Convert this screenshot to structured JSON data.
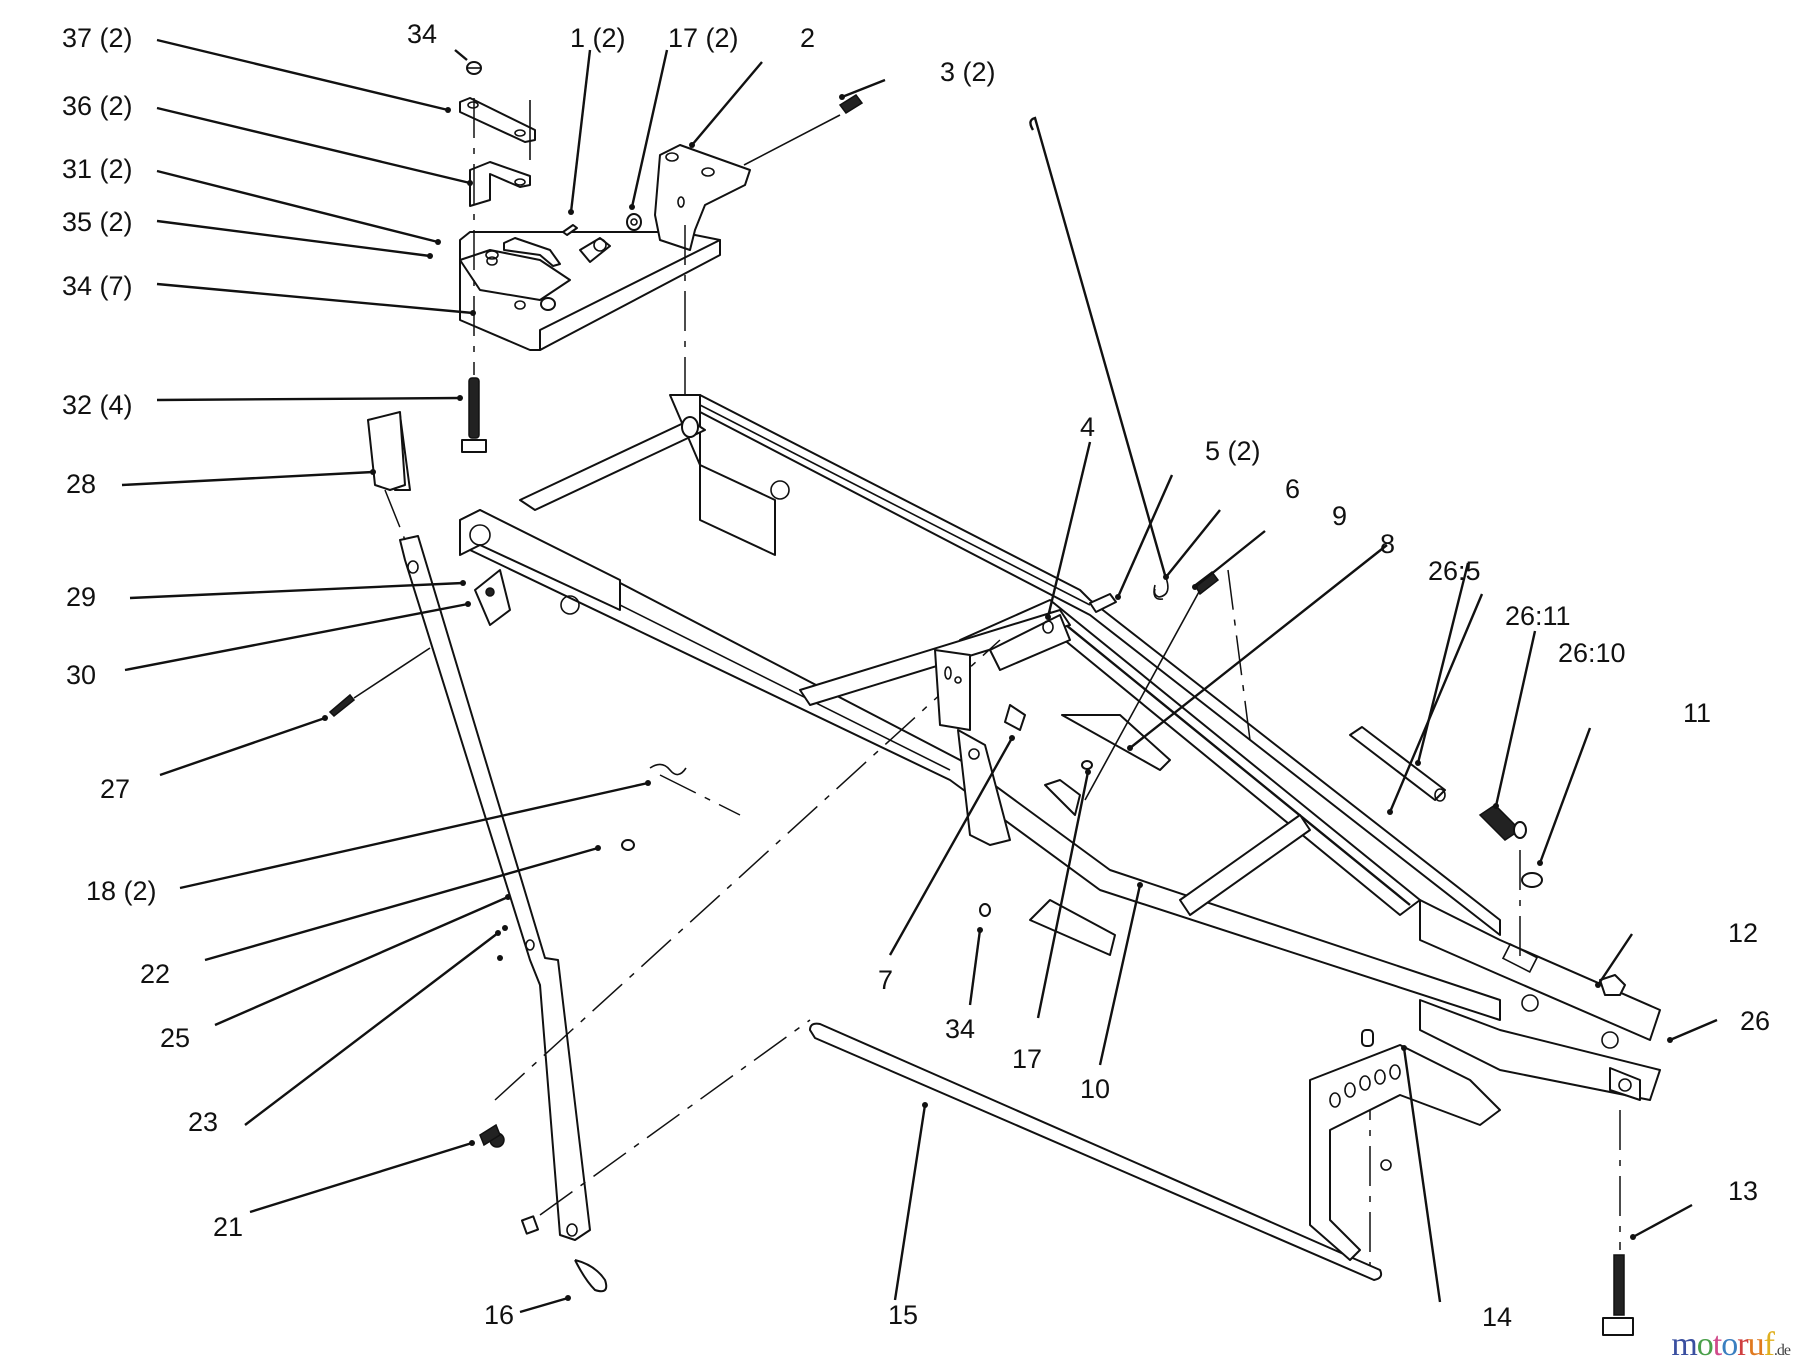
{
  "diagram": {
    "title": "Exploded parts diagram - lift linkage / tractor frame assembly",
    "callouts": [
      {
        "id": "37",
        "label": "37 (2)"
      },
      {
        "id": "34a",
        "label": "34"
      },
      {
        "id": "1",
        "label": "1 (2)"
      },
      {
        "id": "17a",
        "label": "17 (2)"
      },
      {
        "id": "2",
        "label": "2"
      },
      {
        "id": "3",
        "label": "3 (2)"
      },
      {
        "id": "36",
        "label": "36 (2)"
      },
      {
        "id": "31",
        "label": "31 (2)"
      },
      {
        "id": "35",
        "label": "35 (2)"
      },
      {
        "id": "34b",
        "label": "34 (7)"
      },
      {
        "id": "32",
        "label": "32 (4)"
      },
      {
        "id": "28",
        "label": "28"
      },
      {
        "id": "29",
        "label": "29"
      },
      {
        "id": "30",
        "label": "30"
      },
      {
        "id": "27",
        "label": "27"
      },
      {
        "id": "18",
        "label": "18 (2)"
      },
      {
        "id": "22",
        "label": "22"
      },
      {
        "id": "25",
        "label": "25"
      },
      {
        "id": "23",
        "label": "23"
      },
      {
        "id": "21",
        "label": "21"
      },
      {
        "id": "16",
        "label": "16"
      },
      {
        "id": "15",
        "label": "15"
      },
      {
        "id": "7",
        "label": "7"
      },
      {
        "id": "34c",
        "label": "34"
      },
      {
        "id": "17b",
        "label": "17"
      },
      {
        "id": "10",
        "label": "10"
      },
      {
        "id": "4",
        "label": "4"
      },
      {
        "id": "5",
        "label": "5 (2)"
      },
      {
        "id": "6",
        "label": "6"
      },
      {
        "id": "9",
        "label": "9"
      },
      {
        "id": "8",
        "label": "8"
      },
      {
        "id": "26_5",
        "label": "26:5"
      },
      {
        "id": "26_11",
        "label": "26:11"
      },
      {
        "id": "26_10",
        "label": "26:10"
      },
      {
        "id": "11",
        "label": "11"
      },
      {
        "id": "12",
        "label": "12"
      },
      {
        "id": "26",
        "label": "26"
      },
      {
        "id": "13",
        "label": "13"
      },
      {
        "id": "14",
        "label": "14"
      }
    ]
  },
  "watermark": {
    "letters": [
      {
        "ch": "m",
        "color": "#3a4fa0"
      },
      {
        "ch": "o",
        "color": "#4aa04a"
      },
      {
        "ch": "t",
        "color": "#d04a8a"
      },
      {
        "ch": "o",
        "color": "#3a7fc0"
      },
      {
        "ch": "r",
        "color": "#d04040"
      },
      {
        "ch": "u",
        "color": "#e07a20"
      },
      {
        "ch": "f",
        "color": "#e0b020"
      }
    ],
    "tld": ".de"
  }
}
